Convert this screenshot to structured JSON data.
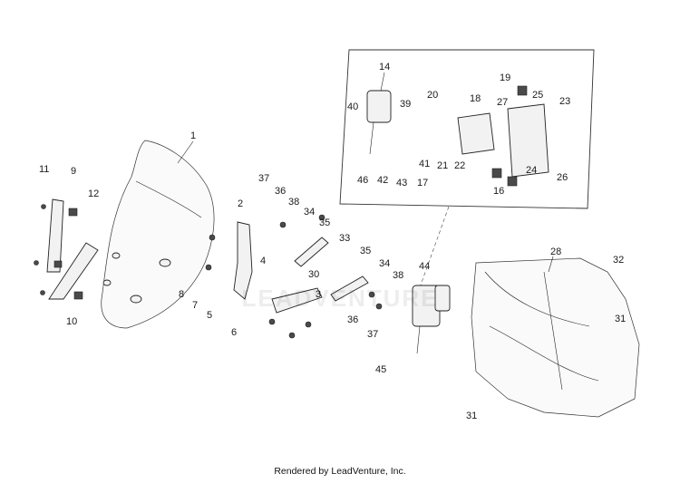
{
  "watermark": "LEADVENTURE",
  "footer": "Rendered by LeadVenture, Inc.",
  "callouts": [
    "1",
    "2",
    "3",
    "4",
    "5",
    "6",
    "7",
    "8",
    "9",
    "10",
    "11",
    "12",
    "14",
    "16",
    "17",
    "18",
    "19",
    "20",
    "21",
    "22",
    "23",
    "24",
    "25",
    "26",
    "27",
    "28",
    "30",
    "31",
    "32",
    "33",
    "34",
    "35",
    "36",
    "37",
    "38",
    "39",
    "40",
    "41",
    "42",
    "43",
    "44",
    "45",
    "46"
  ]
}
